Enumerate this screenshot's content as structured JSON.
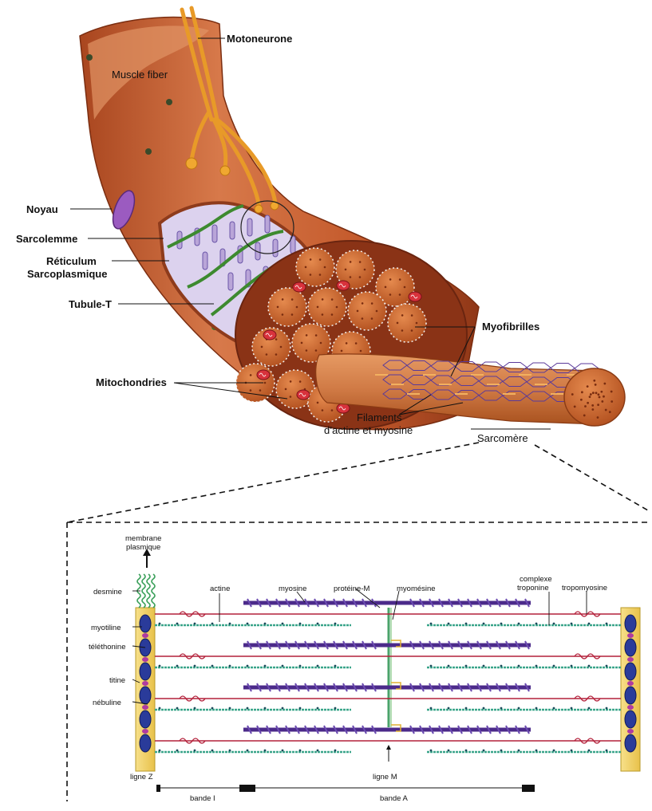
{
  "muscle": {
    "muscle_fiber": "Muscle fiber",
    "motoneurone": "Motoneurone",
    "noyau": "Noyau",
    "sarcolemme": "Sarcolemme",
    "reticulum_1": "Réticulum",
    "reticulum_2": "Sarcoplasmique",
    "tubule_t": "Tubule-T",
    "mitochondries": "Mitochondries",
    "myofibrilles": "Myofibrilles",
    "filaments_1": "Filaments",
    "filaments_2": "d’actine et myosine",
    "sarcomere": "Sarcomère"
  },
  "sarcomere": {
    "membrane_1": "membrane",
    "membrane_2": "plasmique",
    "desmine": "desmine",
    "myotiline": "myotiline",
    "telethonine": "téléthonine",
    "titine": "titine",
    "nebuline": "nébuline",
    "actine": "actine",
    "myosine": "myosine",
    "proteine_m": "protéine-M",
    "myomesine": "myomésine",
    "complexe_1": "complexe",
    "complexe_2": "troponine",
    "tropomyosine": "tropomyosine",
    "ligne_z": "ligne Z",
    "ligne_m": "ligne M",
    "bande_i": "bande I",
    "bande_a": "bande A"
  },
  "colors": {
    "fiber": "#c9653a",
    "fiber_dark": "#8e3b1c",
    "nerve": "#f0a830",
    "reticulum": "#b9a5d8",
    "ttubule": "#4a9a3a",
    "myofibril": "#d27038",
    "mito": "#d8323c",
    "myosin": "#4b2a8a",
    "actin": "#b3203a",
    "titin": "#3aa58a",
    "zdisc": "#f5d76a",
    "zdisc_blob": "#2a3b9a"
  }
}
